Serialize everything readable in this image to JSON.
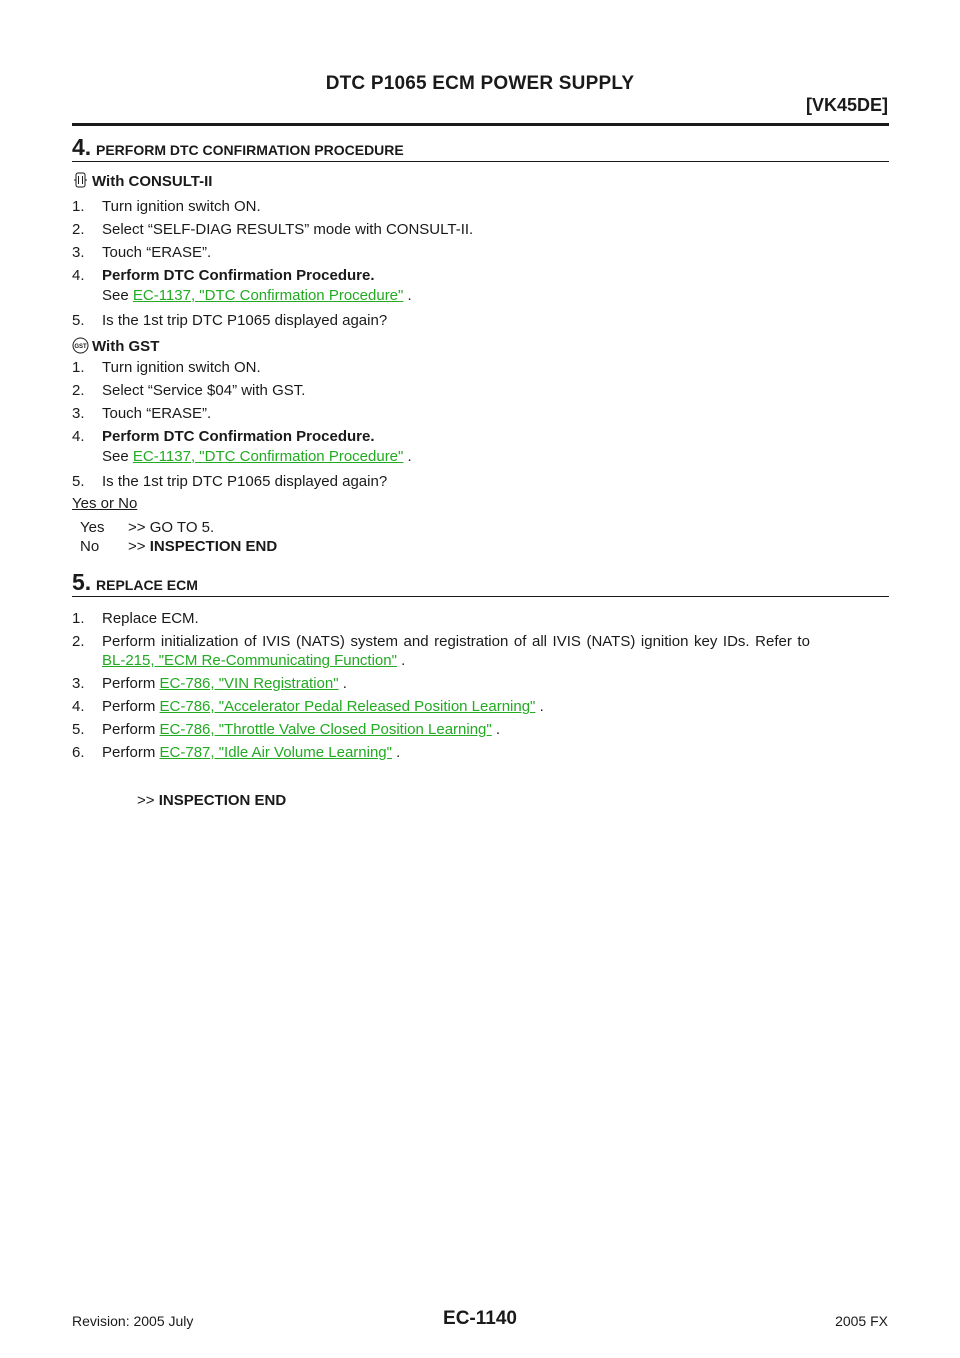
{
  "header": {
    "title": "DTC P1065 ECM POWER SUPPLY",
    "engine_code": "[VK45DE]"
  },
  "step4": {
    "number": "4.",
    "title": "PERFORM DTC CONFIRMATION PROCEDURE",
    "consult": {
      "heading": "With CONSULT-II",
      "icon": "consult-connector-icon",
      "items": [
        {
          "n": "1.",
          "text": "Turn ignition switch ON."
        },
        {
          "n": "2.",
          "text": "Select “SELF-DIAG RESULTS” mode with CONSULT-II."
        },
        {
          "n": "3.",
          "text": "Touch “ERASE”."
        },
        {
          "n": "4.",
          "text": "Perform DTC Confirmation Procedure."
        },
        {
          "n": "5.",
          "text": "Is the 1st trip DTC P1065 displayed again?"
        }
      ],
      "see_prefix": "See",
      "see_link": "EC-1137, \"DTC Confirmation Procedure\"",
      "see_suffix": "."
    },
    "gst": {
      "heading": "With GST",
      "icon": "gst-icon",
      "icon_text": "GST",
      "items": [
        {
          "n": "1.",
          "text": "Turn ignition switch ON."
        },
        {
          "n": "2.",
          "text": "Select “Service $04” with GST."
        },
        {
          "n": "3.",
          "text": "Touch “ERASE”."
        },
        {
          "n": "4.",
          "text": "Perform DTC Confirmation Procedure."
        },
        {
          "n": "5.",
          "text": "Is the 1st trip DTC P1065 displayed again?"
        }
      ],
      "see_prefix": "See",
      "see_link": "EC-1137, \"DTC Confirmation Procedure\"",
      "see_suffix": "."
    },
    "question": "Yes or No",
    "answers": [
      {
        "label": "Yes",
        "arrow": ">>",
        "action": "GO TO 5."
      },
      {
        "label": "No",
        "arrow": ">>",
        "action": "INSPECTION END"
      }
    ]
  },
  "step5": {
    "number": "5.",
    "title": "REPLACE ECM",
    "items": [
      {
        "n": "1.",
        "text": "Replace ECM."
      },
      {
        "n": "2.",
        "text": "Perform initialization of IVIS (NATS) system and registration of all IVIS (NATS) ignition key IDs. Refer to"
      },
      {
        "n": "3.",
        "text": "Perform"
      },
      {
        "n": "4.",
        "text": "Perform"
      },
      {
        "n": "5.",
        "text": "Perform"
      },
      {
        "n": "6.",
        "text": "Perform"
      }
    ],
    "links": {
      "bl215": "BL-215, \"ECM Re-Communicating Function\"",
      "vin": "EC-786, \"VIN Registration\"",
      "accel": "EC-786, \"Accelerator Pedal Released Position Learning\"",
      "throttle": "EC-786, \"Throttle Valve Closed Position Learning\"",
      "idle": "EC-787, \"Idle Air Volume Learning\""
    },
    "suffix": ".",
    "end_arrow": ">>",
    "end_text": "INSPECTION END"
  },
  "footer": {
    "revision": "Revision: 2005 July",
    "page": "EC-1140",
    "model": "2005 FX"
  },
  "colors": {
    "link": "#22aa22",
    "text": "#1a1a1a"
  }
}
